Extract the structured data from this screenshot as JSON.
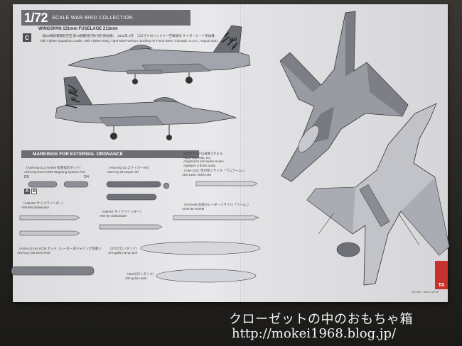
{
  "header": {
    "scale": "1/72",
    "series_title": "SCALE WAR BIRD COLLECTION",
    "wingspan": "WINGSPAN 131mm  FUSELAGE 213mm"
  },
  "marking_option": {
    "badge": "C",
    "caption_jp": "（第20戦術戦闘航空団 第79戦闘飛行隊 飛行隊長機）　2001年 8月　コロラド州バックリー空軍基地 タイガーミート参加機",
    "caption_en": "79th Fighter Squadron Leader, 20th Fighter Wing, Tiger Meet Version, Buckley Air Force Base, Colorado, U.S.A., August 2001"
  },
  "ordnance": {
    "section_title": "MARKINGS FOR EXTERNAL ORDNANCE",
    "items": [
      {
        "jp": "（AN/AAQ-213 HARM 照準指示ポッド）",
        "en": "AN/AAQ-213 HARM Targeting System Pod"
      },
      {
        "jp": "（AN/AAQ-33 スナイパーXR）",
        "en": "AN/AAQ-33 Sniper XR"
      },
      {
        "jp": "（AIM-120C 空対空ミサイル「アムラーム」）",
        "en": "AIM-120C AMRAAM"
      },
      {
        "jp": "（AIM-9M サイドワインダー）",
        "en": "AIM-9M Sidewinder"
      },
      {
        "jp": "（AIM-9X サイドワインダー）",
        "en": "AIM-9X Sidewinder"
      },
      {
        "jp": "（AGM-88 高速対レーダーミサイル「ハーム」）",
        "en": "AGM-88 HARM"
      },
      {
        "jp": "（AN/ALQ-184 ECM ポッド（レーダー波ジャミング装置））",
        "en": "AN/ALQ-184 ECM Pod"
      },
      {
        "jp": "（370ガロンタンク）",
        "en": "370 gallon wing tank"
      },
      {
        "jp": "（300ガロンタンク）",
        "en": "300 gallon tank"
      }
    ],
    "option_labels": [
      "D5",
      "D4"
    ],
    "badges": [
      "A",
      "B"
    ]
  },
  "note": {
    "jp": "※印のデータは省略されます。",
    "lines": [
      "Apply right side, too.",
      "Angebracht auf beiden Seiten.",
      "Appliquer à droite aussi."
    ]
  },
  "tail_codes": [
    "SW",
    "79"
  ],
  "footer": {
    "part_code": "60788 F-16CJ w/Full",
    "logo_text": "TA"
  },
  "watermark": {
    "text_jp": "クローゼットの中のおもちゃ箱",
    "url": "http://mokei1968.blog.jp/"
  },
  "colors": {
    "sheet": "#e4e4e7",
    "header_bar": "#6d6d72",
    "aircraft_gray": "#9a9ca3",
    "aircraft_dark": "#4a4c54",
    "tiger_stripe": "#2a2a30",
    "logo_red": "#c8322c",
    "watermark": "#f4f4f4"
  }
}
